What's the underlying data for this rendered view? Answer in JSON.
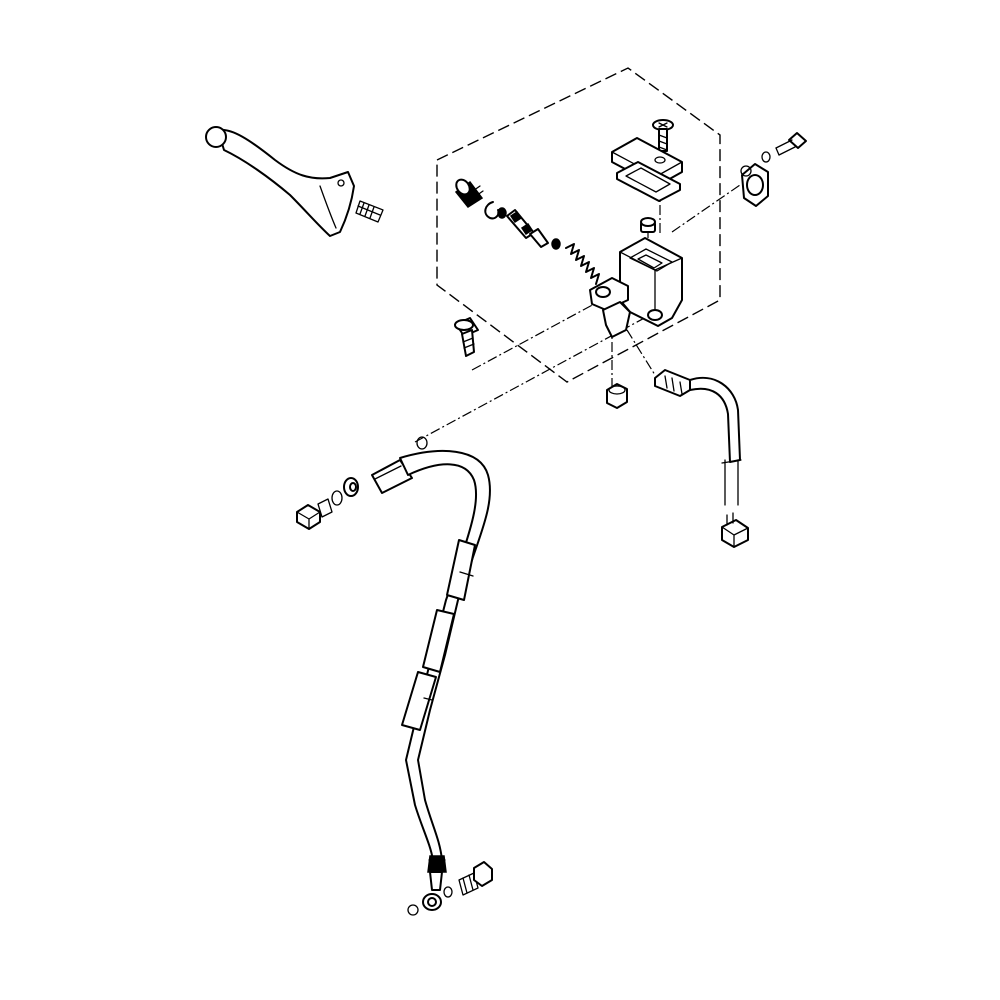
{
  "diagram": {
    "parts": [
      {
        "id": "brake-lever",
        "icon": "lever-icon"
      },
      {
        "id": "lever-pivot-bolt",
        "icon": "bolt-icon"
      },
      {
        "id": "reservoir-cap-screw",
        "icon": "screw-icon"
      },
      {
        "id": "reservoir-cap",
        "icon": "cap-icon"
      },
      {
        "id": "diaphragm",
        "icon": "gasket-icon"
      },
      {
        "id": "piston-boot",
        "icon": "boot-icon"
      },
      {
        "id": "circlip",
        "icon": "circlip-icon"
      },
      {
        "id": "piston",
        "icon": "piston-icon"
      },
      {
        "id": "return-spring",
        "icon": "spring-icon"
      },
      {
        "id": "sight-plug",
        "icon": "plug-icon"
      },
      {
        "id": "master-cylinder-body",
        "icon": "master-cylinder-icon"
      },
      {
        "id": "clamp-bolt",
        "icon": "bolt-icon"
      },
      {
        "id": "clamp-washer",
        "icon": "washer-icon"
      },
      {
        "id": "handlebar-clamp",
        "icon": "clamp-icon"
      },
      {
        "id": "lever-pivot-shaft",
        "icon": "bolt-icon"
      },
      {
        "id": "pivot-nut",
        "icon": "nut-icon"
      },
      {
        "id": "brake-light-switch",
        "icon": "switch-icon"
      },
      {
        "id": "switch-connector",
        "icon": "connector-icon"
      },
      {
        "id": "upper-union-bolt",
        "icon": "bolt-icon"
      },
      {
        "id": "upper-crush-washers",
        "icon": "washer-icon"
      },
      {
        "id": "brake-hose",
        "icon": "hose-icon"
      },
      {
        "id": "lower-union-bolt",
        "icon": "bolt-icon"
      },
      {
        "id": "lower-crush-washers",
        "icon": "washer-icon"
      }
    ]
  }
}
